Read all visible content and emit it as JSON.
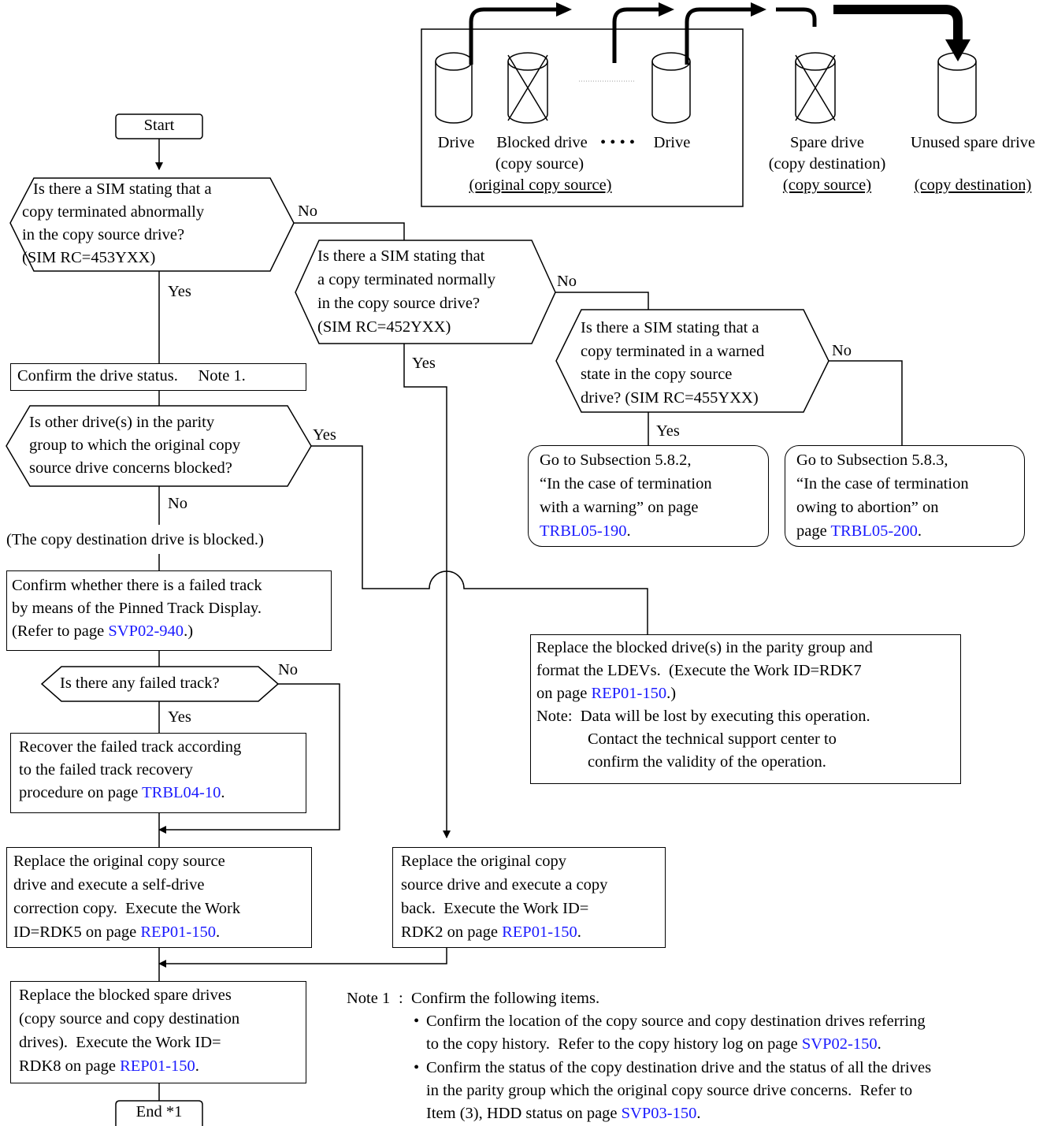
{
  "legend": {
    "labels": {
      "drive1": "Drive",
      "blocked": "Blocked drive",
      "dots": "• • • •",
      "drive2": "Drive",
      "spare": "Spare drive",
      "unused": "Unused spare drive"
    },
    "sub": {
      "blocked_1": "(copy source)",
      "blocked_2": "(original copy source)",
      "spare_1": "(copy destination)",
      "spare_2": "(copy source)",
      "unused_2": "(copy destination)"
    }
  },
  "nodes": {
    "start": "Start",
    "end": "End *1",
    "q1": [
      "Is there a SIM stating that a",
      "copy terminated abnormally",
      "in the copy source drive?",
      "(SIM RC=453YXX)"
    ],
    "q2": [
      "Is there a SIM stating that",
      "a copy terminated normally",
      "in the copy source drive?",
      "(SIM RC=452YXX)"
    ],
    "q3": [
      "Is there a SIM stating that a",
      "copy terminated in a warned",
      "state in the copy source",
      "drive? (SIM RC=455YXX)"
    ],
    "confirm_status": "Confirm the drive status.     Note 1.",
    "q4": [
      "Is other drive(s) in the parity",
      "group to which the original copy",
      "source drive concerns blocked?"
    ],
    "dest_blocked": "(The copy destination drive is blocked.)",
    "pinned": {
      "lines": [
        "Confirm whether there is a failed track",
        "by means of the Pinned Track Display."
      ],
      "pre": "(Refer to page ",
      "link": "SVP02-940",
      "post": ".)"
    },
    "q5": "Is there any failed track?",
    "recover": {
      "lines": [
        "Recover the failed track according",
        "to the failed track recovery"
      ],
      "pre": "procedure on page ",
      "link": "TRBL04-10",
      "post": "."
    },
    "replace_self": {
      "lines": [
        "Replace the original copy source",
        "drive and execute a self-drive",
        "correction copy.  Execute the Work"
      ],
      "pre": "ID=RDK5 on page ",
      "link": "REP01-150",
      "post": "."
    },
    "replace_back": {
      "lines": [
        "Replace the original copy",
        "source drive and execute a copy",
        "back.  Execute the Work ID="
      ],
      "pre": "RDK2 on page ",
      "link": "REP01-150",
      "post": "."
    },
    "replace_spares": {
      "lines": [
        "Replace the blocked spare drives",
        "(copy source and copy destination",
        "drives).  Execute the Work ID="
      ],
      "pre": "RDK8 on page ",
      "link": "REP01-150",
      "post": "."
    },
    "replace_parity": {
      "lines": [
        "Replace the blocked drive(s) in the parity group and",
        "format the LDEVs.  (Execute the Work ID=RDK7"
      ],
      "pre": "on page ",
      "link": "REP01-150",
      "post": ".)",
      "note": [
        "Note:  Data will be lost by executing this operation.",
        "Contact the technical support center to",
        "confirm the validity of the operation."
      ]
    },
    "goto_582": {
      "lines": [
        "Go to Subsection 5.8.2,",
        "“In the case of termination",
        "with a warning” on page"
      ],
      "link": "TRBL05-190",
      "post": "."
    },
    "goto_583": {
      "lines": [
        "Go to Subsection 5.8.3,",
        "“In the case of termination",
        "owing to abortion” on"
      ],
      "pre": "page ",
      "link": "TRBL05-200",
      "post": "."
    }
  },
  "edge_labels": {
    "yes": "Yes",
    "no": "No"
  },
  "note1": {
    "head": "Note 1",
    "colon": ":  Confirm the following items.",
    "b1_line1": "Confirm the location of the copy source and copy destination drives referring",
    "b1_pre": "to the copy history.  Refer to the copy history log on page ",
    "b1_link": "SVP02-150",
    "b1_post": ".",
    "b2_line1": "Confirm the status of the copy destination drive and the status of all the drives",
    "b2_line2": "in the parity group which the original copy source drive concerns.  Refer to",
    "b2_pre": "Item (3), HDD status on page ",
    "b2_link": "SVP03-150",
    "b2_post": "."
  }
}
